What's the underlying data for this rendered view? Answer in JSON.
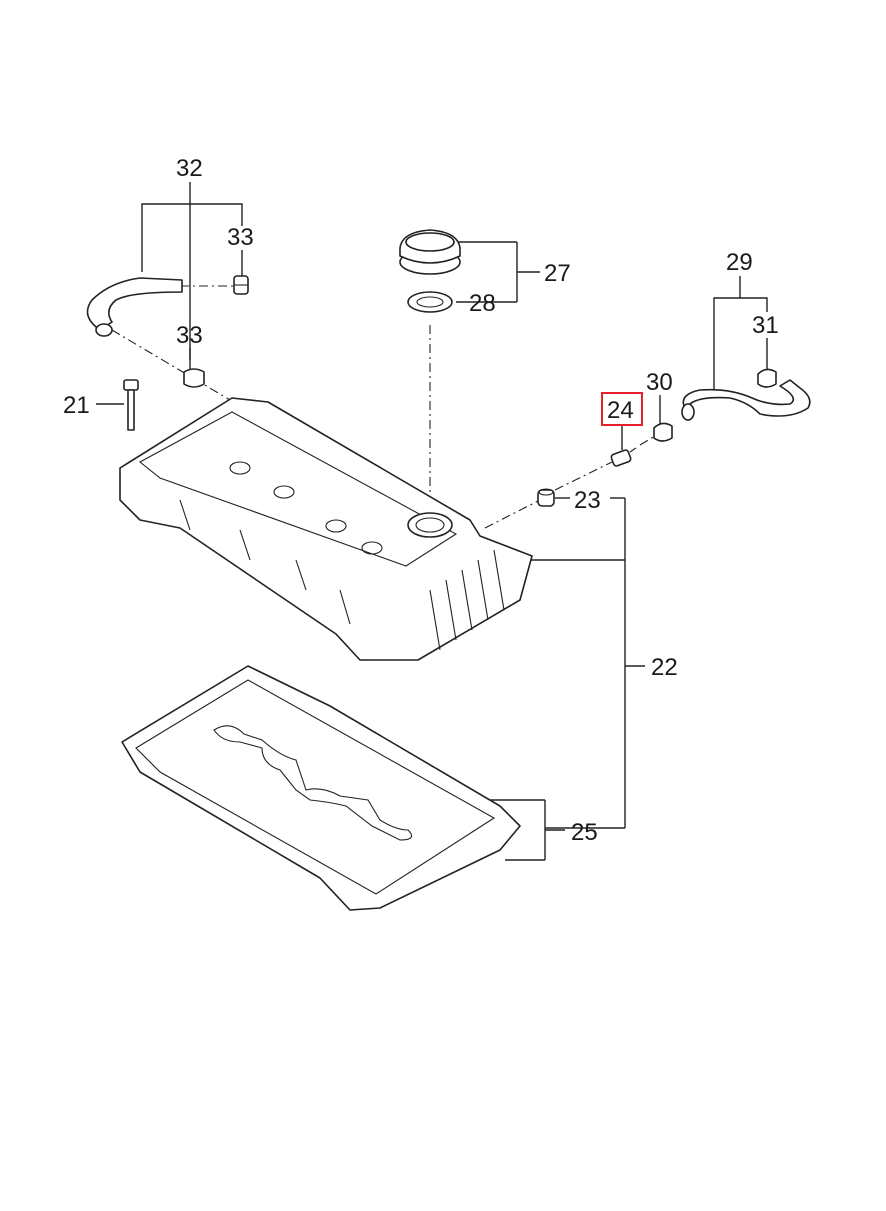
{
  "callouts": {
    "c21": "21",
    "c22": "22",
    "c23": "23",
    "c24": "24",
    "c25": "25",
    "c27": "27",
    "c28": "28",
    "c29": "29",
    "c30": "30",
    "c31": "31",
    "c32": "32",
    "c33a": "33",
    "c33b": "33"
  },
  "highlight_color": "#e8202a"
}
